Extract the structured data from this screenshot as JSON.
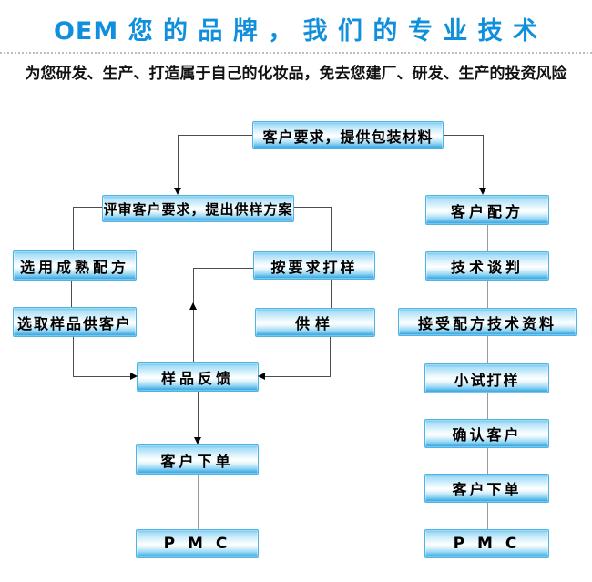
{
  "header": {
    "title": "OEM 您 的 品 牌 ， 我 们 的 专 业 技 术",
    "subtitle": "为您研发、生产、打造属于自己的化妆品，免去您建厂、研发、生产的投资风险"
  },
  "colors": {
    "title_blue": "#1090dc",
    "box_border": "#4fb3e6",
    "box_gloss_top": "#a8def7",
    "box_gloss_bottom": "#2aa3e2",
    "connector_dark": "#4d4d4d",
    "connector_gray": "#9a9a9a",
    "arrowhead": "#000000"
  },
  "flow": {
    "boxes": [
      {
        "id": "customer-request-packaging",
        "label": "客户要求，提供包装材料"
      },
      {
        "id": "review-request-sampling-plan",
        "label": "评审客户要求，提出供样方案"
      },
      {
        "id": "select-mature-formula",
        "label": "选用成熟配方"
      },
      {
        "id": "select-sample-for-customer",
        "label": "选取样品供客户"
      },
      {
        "id": "sample-per-request",
        "label": "按要求打样"
      },
      {
        "id": "provide-sample",
        "label": "供样"
      },
      {
        "id": "sample-feedback",
        "label": "样品反馈"
      },
      {
        "id": "customer-order-left",
        "label": "客户下单"
      },
      {
        "id": "pmc-left",
        "label": "P M C"
      },
      {
        "id": "customer-formula",
        "label": "客户配方"
      },
      {
        "id": "technical-negotiation",
        "label": "技术谈判"
      },
      {
        "id": "receive-formula-technical-docs",
        "label": "接受配方技术资料"
      },
      {
        "id": "trial-sampling",
        "label": "小试打样"
      },
      {
        "id": "confirm-customer",
        "label": "确认客户"
      },
      {
        "id": "customer-order-right",
        "label": "客户下单"
      },
      {
        "id": "pmc-right",
        "label": "P M C"
      }
    ]
  }
}
